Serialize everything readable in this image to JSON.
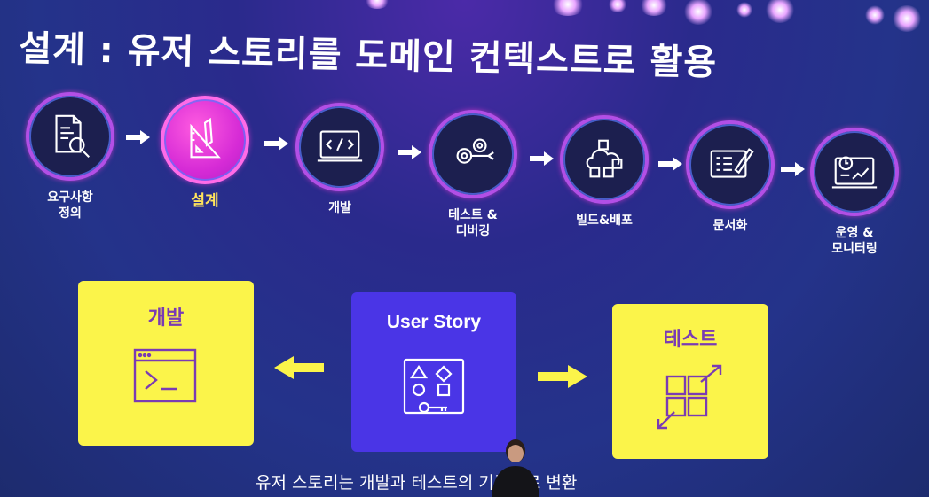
{
  "slide": {
    "title": "설계 : 유저 스토리를 도메인 컨텍스트로 활용",
    "steps": [
      {
        "label_lines": [
          "요구사항",
          "정의"
        ],
        "icon": "document-search-icon",
        "active": false
      },
      {
        "label_lines": [
          "설계"
        ],
        "icon": "ruler-pencil-icon",
        "active": true
      },
      {
        "label_lines": [
          "개발"
        ],
        "icon": "code-window-icon",
        "active": false
      },
      {
        "label_lines": [
          "테스트 &",
          "디버깅"
        ],
        "icon": "gears-wrench-icon",
        "active": false
      },
      {
        "label_lines": [
          "빌드&배포"
        ],
        "icon": "cloud-boxes-icon",
        "active": false
      },
      {
        "label_lines": [
          "문서화"
        ],
        "icon": "document-edit-icon",
        "active": false
      },
      {
        "label_lines": [
          "운영 &",
          "모니터링"
        ],
        "icon": "monitor-chart-icon",
        "active": false
      }
    ],
    "cards": {
      "left": {
        "title": "개발",
        "icon": "terminal-icon"
      },
      "center": {
        "title": "User Story",
        "icon": "shapes-key-icon"
      },
      "right": {
        "title": "테스트",
        "icon": "expand-grid-icon"
      }
    },
    "subtitle": "유저 스토리는 개발과 테스트의 기준으로 변환",
    "colors": {
      "accent_pink": "#d62bd6",
      "ring_purple": "#b24fe6",
      "highlight_yellow": "#ffe45c",
      "card_yellow": "#fbf44a",
      "card_blue": "#4a35e6",
      "icon_purple": "#7a3bb3"
    }
  }
}
